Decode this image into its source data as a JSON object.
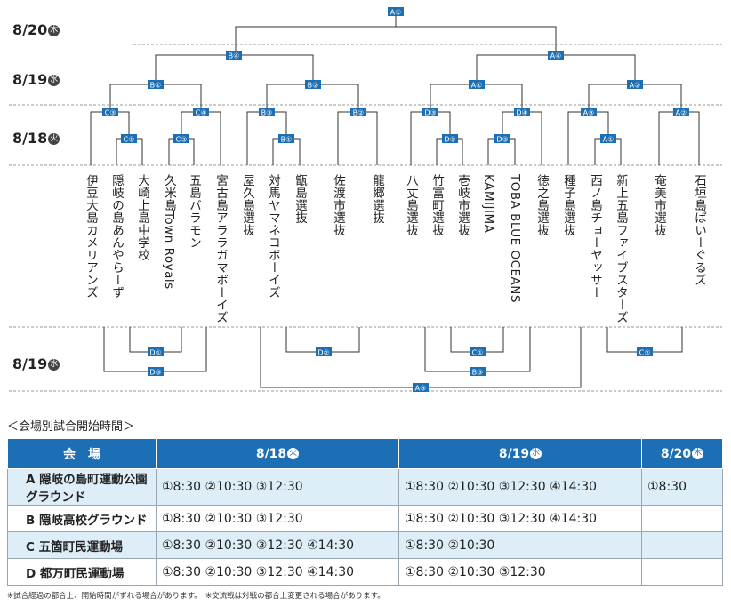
{
  "dates": {
    "d1": {
      "label": "8/20",
      "day": "木"
    },
    "d2": {
      "label": "8/19",
      "day": "水"
    },
    "d3": {
      "label": "8/18",
      "day": "火"
    },
    "d4": {
      "label": "8/19",
      "day": "水"
    }
  },
  "bracket": {
    "labels": {
      "final": "A①",
      "semi_left": "B④",
      "semi_right": "A④",
      "q1": "B①",
      "q2": "B②",
      "q3": "A①",
      "q4": "A②",
      "r1": "C③",
      "r2": "C④",
      "r3": "B③",
      "r4": "B②",
      "r5": "D③",
      "r6": "D④",
      "r7": "A③",
      "r8": "A②",
      "p1": "C①",
      "p2": "C②",
      "p3": "B①",
      "p4": "D①",
      "p5": "D②",
      "p6": "A①",
      "x1": "D①",
      "x2": "D③",
      "x3": "D②",
      "x4": "C①",
      "x5": "B③",
      "x6": "A③",
      "x7": "C②"
    },
    "colors": {
      "accent": "#1d6fb5",
      "line": "#333333",
      "dash": "#999999"
    }
  },
  "teams": [
    "伊豆大島カメリアンズ",
    "隠岐の島あんやらーず",
    "大崎上島中学校",
    "久米島Town Royals",
    "五島バラモン",
    "宮古島アララガマボーイズ",
    "屋久島選抜",
    "対馬ヤマネコボーイズ",
    "甑島選抜",
    "佐渡市選抜",
    "龍郷選抜",
    "八丈島選抜",
    "竹富町選抜",
    "壱岐市選抜",
    "KAMIJIMA",
    "TOBA BLUE OCEANS",
    "徳之島選抜",
    "種子島選抜",
    "西ノ島チョーヤッサー",
    "新上五島ファイブスターズ",
    "奄美市選抜",
    "石垣島ぱいーぐるズ"
  ],
  "schedule": {
    "title": "＜会場別試合開始時間＞",
    "headers": {
      "venue": "会　場",
      "d1": "8/18",
      "d1_day": "火",
      "d2": "8/19",
      "d2_day": "水",
      "d3": "8/20",
      "d3_day": "木"
    },
    "rows": [
      {
        "venue": "A 隠岐の島町運動公園グラウンド",
        "d1": "①8:30 ②10:30 ③12:30",
        "d2": "①8:30 ②10:30 ③12:30 ④14:30",
        "d3": "①8:30"
      },
      {
        "venue": "B 隠岐高校グラウンド",
        "d1": "①8:30 ②10:30 ③12:30",
        "d2": "①8:30 ②10:30 ③12:30 ④14:30",
        "d3": ""
      },
      {
        "venue": "C 五箇町民運動場",
        "d1": "①8:30 ②10:30 ③12:30 ④14:30",
        "d2": "①8:30 ②10:30",
        "d3": ""
      },
      {
        "venue": "D 都万町民運動場",
        "d1": "①8:30 ②10:30 ③12:30 ④14:30",
        "d2": "①8:30 ②10:30 ③12:30",
        "d3": ""
      }
    ]
  },
  "note": "※試合経過の都合上、開始時間がずれる場合があります。　※交流戦は対戦の都合上変更される場合があります。"
}
